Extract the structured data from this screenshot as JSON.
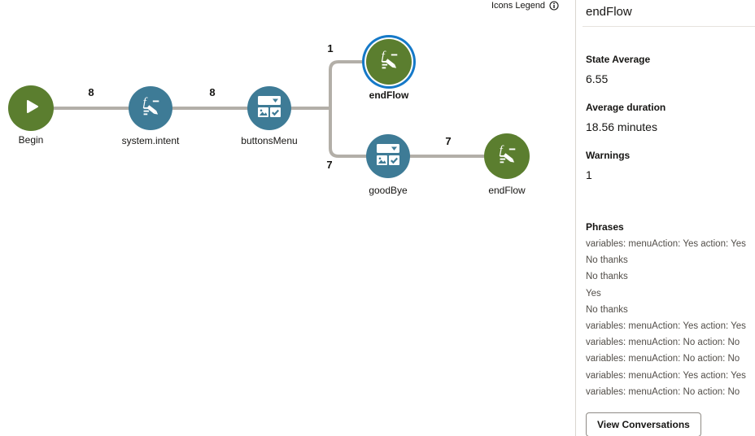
{
  "legend": {
    "label": "Icons Legend"
  },
  "flow": {
    "nodes": [
      {
        "id": "begin",
        "label": "Begin",
        "type": "start",
        "color": "#5b7e2f"
      },
      {
        "id": "system-intent",
        "label": "system.intent",
        "type": "intent",
        "color": "#3e7b96"
      },
      {
        "id": "buttons-menu",
        "label": "buttonsMenu",
        "type": "common-response",
        "color": "#3e7b96"
      },
      {
        "id": "end-flow-top",
        "label": "endFlow",
        "type": "intent",
        "color": "#5b7e2f",
        "selected": true
      },
      {
        "id": "good-bye",
        "label": "goodBye",
        "type": "common-response",
        "color": "#3e7b96"
      },
      {
        "id": "end-flow-bottom",
        "label": "endFlow",
        "type": "intent",
        "color": "#5b7e2f"
      }
    ],
    "edges": [
      {
        "from": "Begin",
        "to": "system.intent",
        "count": "8"
      },
      {
        "from": "system.intent",
        "to": "buttonsMenu",
        "count": "8"
      },
      {
        "from": "buttonsMenu",
        "to": "endFlow",
        "count": "1"
      },
      {
        "from": "buttonsMenu",
        "to": "goodBye",
        "count": "7"
      },
      {
        "from": "goodBye",
        "to": "endFlow",
        "count": "7"
      }
    ],
    "selected_node": "endFlow"
  },
  "panel": {
    "title": "endFlow",
    "stats": [
      {
        "label": "State Average",
        "value": "6.55"
      },
      {
        "label": "Average duration",
        "value": "18.56 minutes"
      },
      {
        "label": "Warnings",
        "value": "1"
      }
    ],
    "phrases_label": "Phrases",
    "phrases": [
      "variables: menuAction: Yes action: Yes",
      "No thanks",
      "No thanks",
      "Yes",
      "No thanks",
      "variables: menuAction: Yes action: Yes",
      "variables: menuAction: No action: No",
      "variables: menuAction: No action: No",
      "variables: menuAction: Yes action: Yes",
      "variables: menuAction: No action: No"
    ],
    "actions": {
      "view_conversations": "View Conversations"
    }
  },
  "colors": {
    "node_green": "#5b7e2f",
    "node_blue": "#3e7b96",
    "selection_ring": "#1579c8",
    "edge_gray": "#b3afa8"
  }
}
